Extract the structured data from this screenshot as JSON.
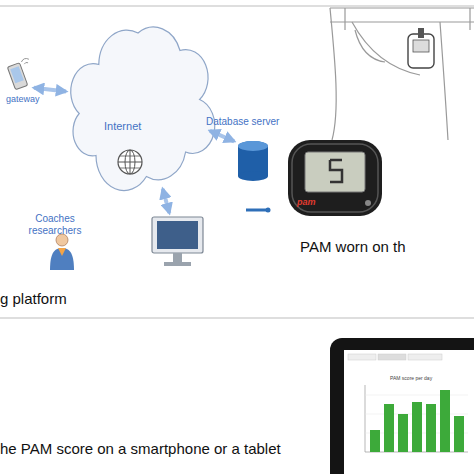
{
  "diagram": {
    "nodes": [
      {
        "text": [
          "Internet"
        ]
      },
      {
        "text": [
          "gateway"
        ]
      },
      {
        "text": [
          "Database server"
        ]
      },
      {
        "text": [
          "Coaches researchers"
        ]
      }
    ],
    "edges": [
      {
        "from": 0,
        "to": 1,
        "arrow": "both"
      },
      {
        "from": 0,
        "to": 2,
        "arrow": "both"
      },
      {
        "from": 0,
        "to": 3,
        "arrow": "both"
      }
    ],
    "labels": [
      "g platform",
      "PAM worn on th",
      "he PAM score on a smartphone or a tablet",
      "pam",
      "PAM score per day"
    ]
  }
}
